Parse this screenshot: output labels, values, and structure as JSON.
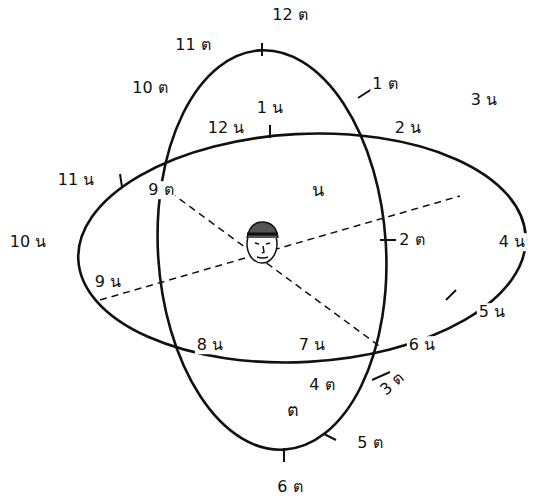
{
  "diagram": {
    "nodes": [
      {
        "text": [
          "น"
        ]
      },
      {
        "text": [
          "ต"
        ]
      }
    ],
    "labels": [
      "12 ต",
      "11 ต",
      "10 ต",
      "1 ต",
      "1 น",
      "12 น",
      "2 น",
      "3 น",
      "11 น",
      "9 ต",
      "10 น",
      "2 ต",
      "4 น",
      "9 น",
      "5 น",
      "8 น",
      "7 น",
      "6 น",
      "3 ต",
      "4 ต",
      "5 ต",
      "6 ต"
    ]
  }
}
